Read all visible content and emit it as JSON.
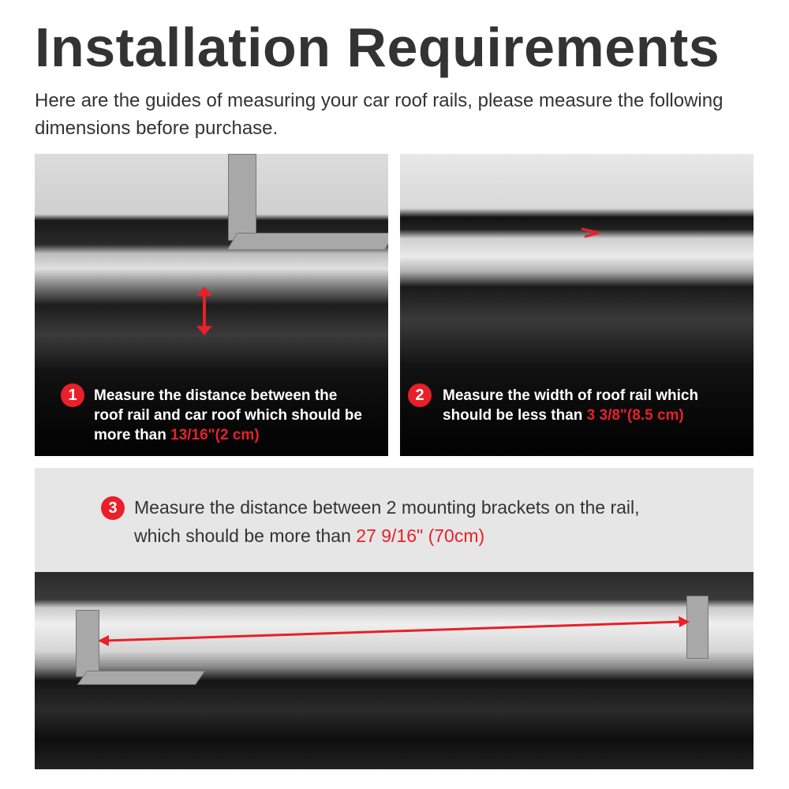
{
  "title": "Installation Requirements",
  "subtitle": "Here are the guides of measuring your car roof rails, please measure the following dimensions before purchase.",
  "accent_color": "#e8202a",
  "steps": [
    {
      "number": "1",
      "text": "Measure the distance between the roof rail and car roof which should be more than ",
      "highlight": "13/16\"(2 cm)"
    },
    {
      "number": "2",
      "text": "Measure the width of roof rail which should be less than ",
      "highlight": "3 3/8\"(8.5 cm)"
    },
    {
      "number": "3",
      "text": "Measure the distance between 2 mounting brackets on the rail, which should be more than ",
      "highlight": "27 9/16\" (70cm)"
    }
  ]
}
